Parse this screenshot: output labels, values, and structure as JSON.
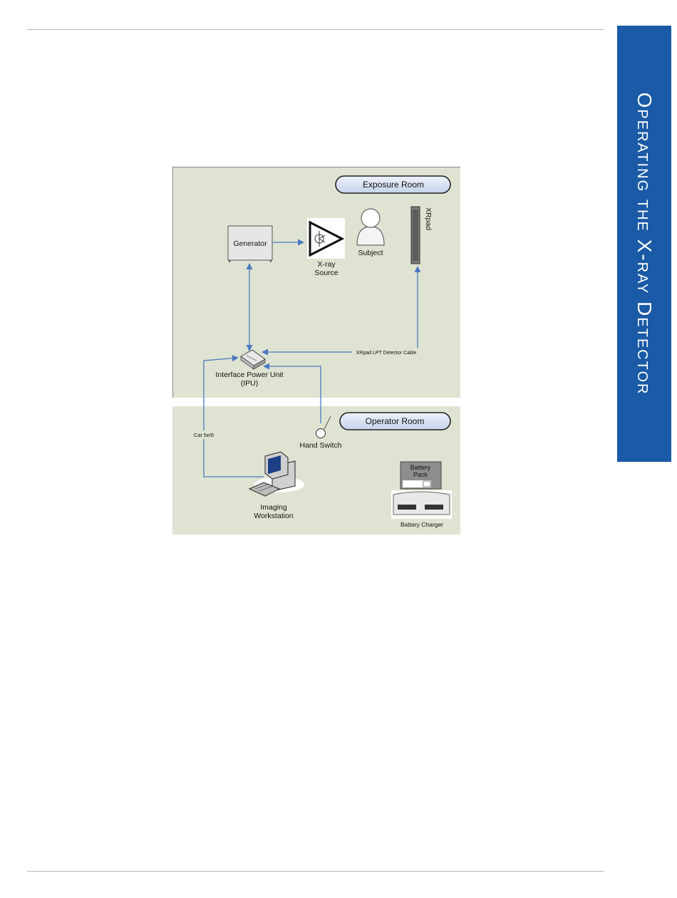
{
  "side_tab": {
    "title": "Operating the X-ray Detector"
  },
  "diagram": {
    "exposure_room_label": "Exposure Room",
    "operator_room_label": "Operator Room",
    "generator_label": "Generator",
    "xray_source_line1": "X-ray",
    "xray_source_line2": "Source",
    "subject_label": "Subject",
    "xrpad_label": "XRpad",
    "ipu_line1": "Interface Power Unit",
    "ipu_line2": "(IPU)",
    "detector_cable_label": "XRpad LPT Detector Cable",
    "cat_cable_label": "Cat 5e/6",
    "hand_switch_label": "Hand Switch",
    "workstation_line1": "Imaging",
    "workstation_line2": "Workstation",
    "battery_pack_line1": "Battery",
    "battery_pack_line2": "Pack",
    "battery_charger_label": "Battery Charger",
    "colors": {
      "arrow": "#4a78c2",
      "room_bg": "#dfe4d2",
      "pill_bg": "#d7e0f1",
      "tab_bg": "#1a5aa6"
    }
  }
}
